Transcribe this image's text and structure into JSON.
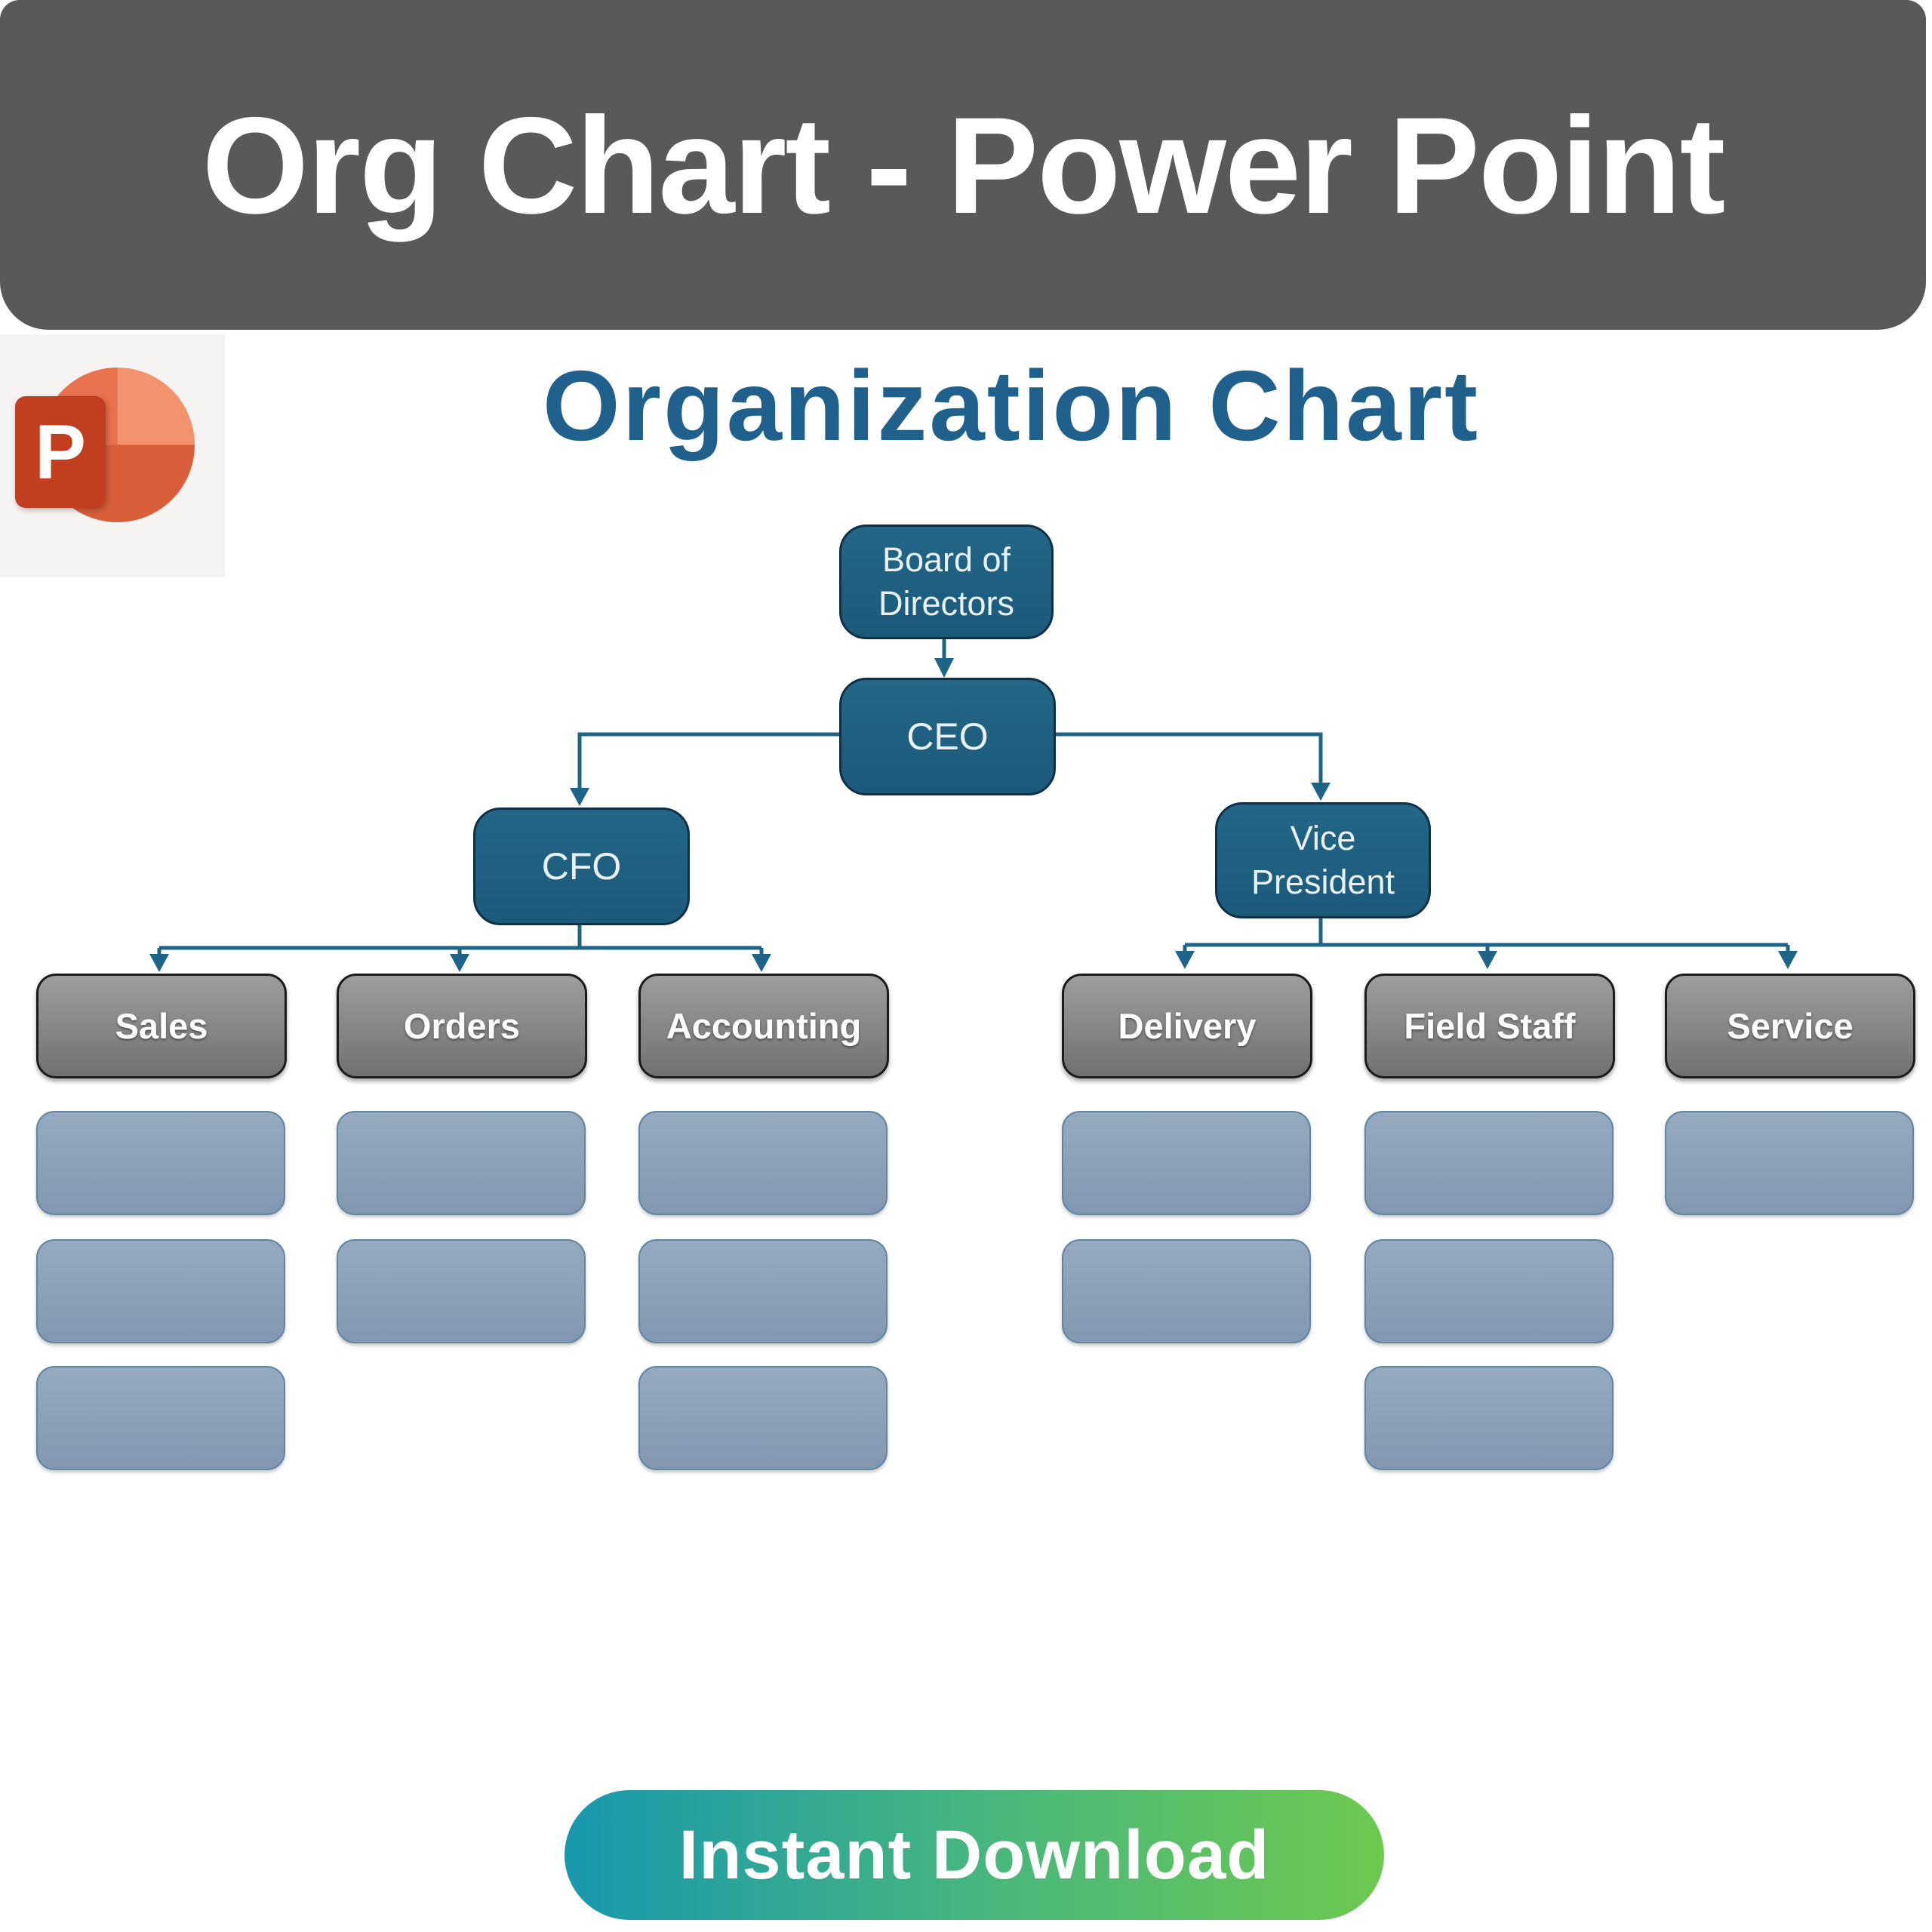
{
  "banner": {
    "title": "Org Chart - Power Point"
  },
  "logo": {
    "letter": "P"
  },
  "page_title": "Organization Chart",
  "org_chart": {
    "root": {
      "label_lines": [
        "Board of",
        "Directors"
      ]
    },
    "ceo": {
      "label": "CEO"
    },
    "branches": [
      {
        "label": "CFO",
        "departments": [
          {
            "label": "Sales",
            "placeholders": 3
          },
          {
            "label": "Orders",
            "placeholders": 2
          },
          {
            "label": "Accounting",
            "placeholders": 3
          }
        ]
      },
      {
        "label_lines": [
          "Vice",
          "President"
        ],
        "departments": [
          {
            "label": "Delivery",
            "placeholders": 2
          },
          {
            "label": "Field Staff",
            "placeholders": 3
          },
          {
            "label": "Service",
            "placeholders": 1
          }
        ]
      }
    ]
  },
  "download_button": {
    "label": "Instant Download"
  },
  "colors": {
    "banner_bg": "#59595b",
    "title_blue": "#1f618c",
    "node_teal": "#1e5f80",
    "dept_gray": "#8a8a8a",
    "placeholder_blue": "#8ca2b8",
    "connector": "#1e6486",
    "button_gradient_start": "#1898ae",
    "button_gradient_end": "#6dc94f",
    "ppt_square_red": "#c13e1e",
    "ppt_circle_orange": "#d85f3a"
  }
}
